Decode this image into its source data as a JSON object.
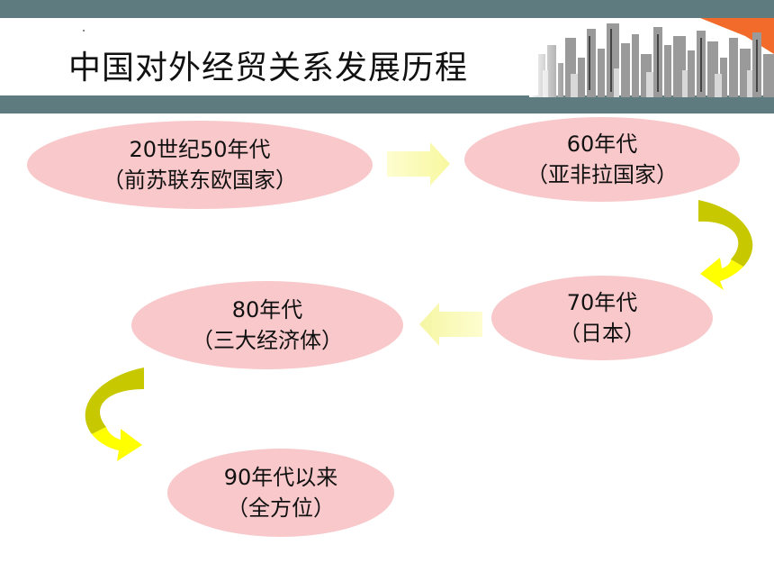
{
  "title": "中国对外经贸关系发展历程",
  "stages": [
    {
      "period": "20世纪50年代",
      "partners": "（前苏联东欧国家）"
    },
    {
      "period": "60年代",
      "partners": "（亚非拉国家）"
    },
    {
      "period": "70年代",
      "partners": "（日本）"
    },
    {
      "period": "80年代",
      "partners": "（三大经济体）"
    },
    {
      "period": "90年代以来",
      "partners": "（全方位）"
    }
  ],
  "colors": {
    "bar": "#5e7b80",
    "oval": "#f8c8ca",
    "arrow_light": "#fdfdc0",
    "arrow_yellow": "#ffff00",
    "arrow_olive": "#c8c800"
  },
  "icons": [
    "city-skyline-icon",
    "arrow-right-icon",
    "curved-arrow-down-left-icon",
    "arrow-left-icon",
    "curved-arrow-down-right-icon"
  ]
}
